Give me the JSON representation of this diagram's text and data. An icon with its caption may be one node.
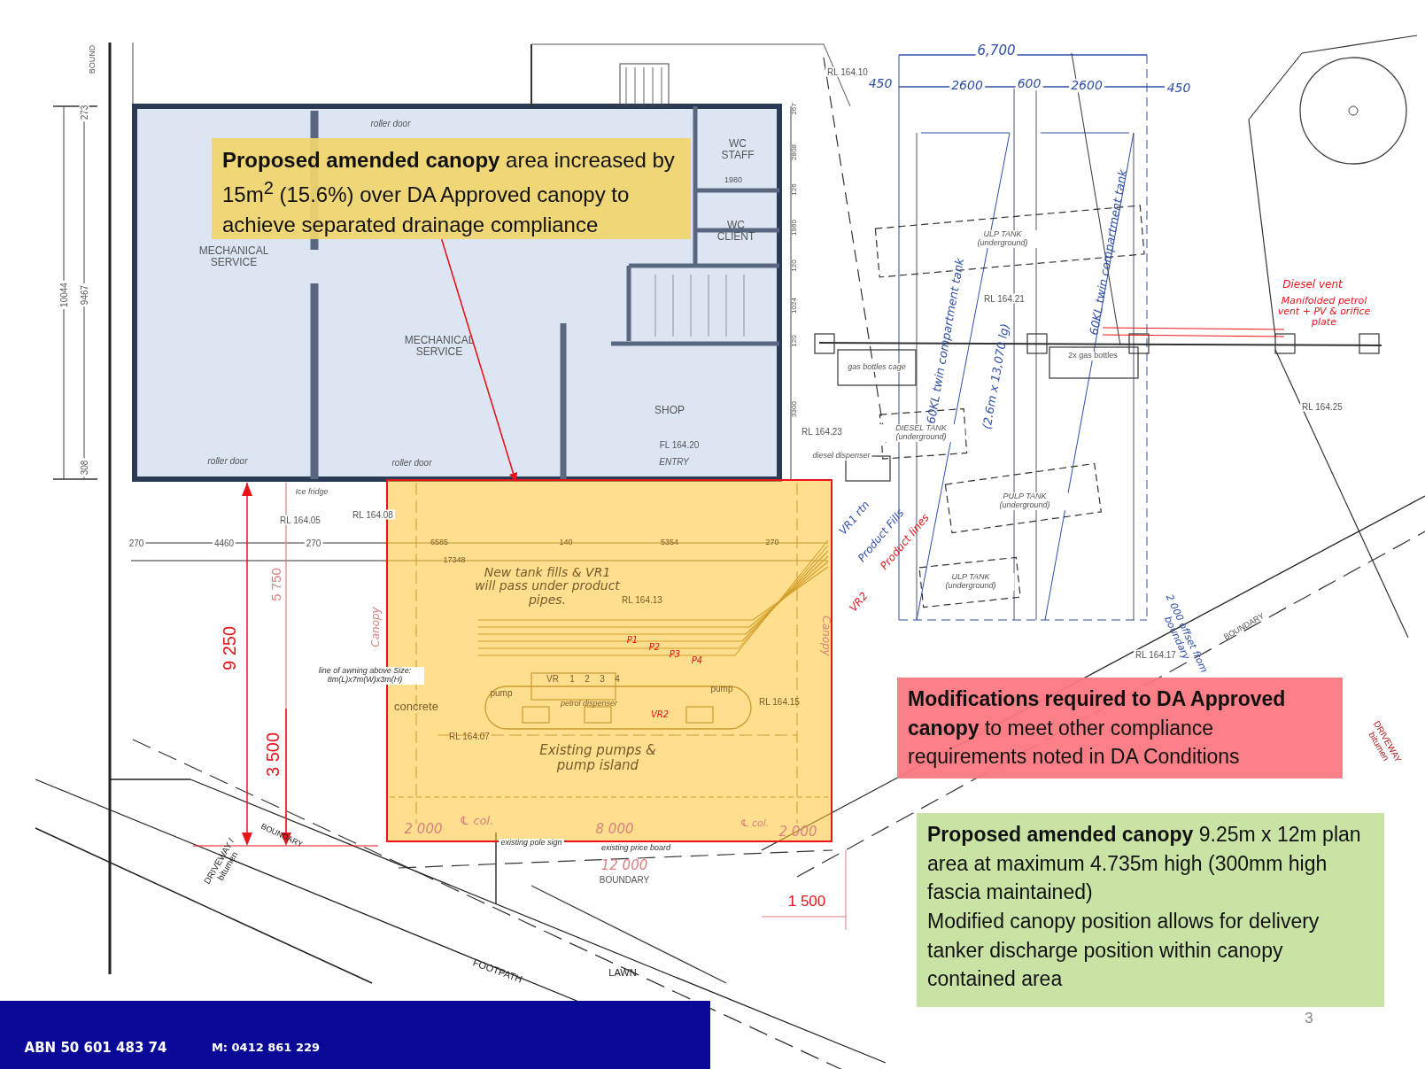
{
  "diagram": {
    "nodes": [
      {
        "text": [
          "**Proposed amended canopy** area increased by 15m$^{2}$ (15.6%) over DA Approved canopy to achieve separated drainage compliance"
        ]
      },
      {
        "text": [],
        "shape": "box"
      },
      {
        "text": [
          "**Modifications required to DA Approved canopy** to meet other compliance requirements noted in DA Conditions"
        ]
      },
      {
        "text": [
          "**Proposed amended canopy** 9.25m x 12m plan area at maximum 4.735m high (300mm high fascia maintained)",
          "Modified canopy position allows for delivery tanker discharge position within canopy contained area"
        ]
      }
    ],
    "edges": [
      {
        "from": 0,
        "to": 1,
        "arrow": "to",
        "color": "#e8141c"
      }
    ],
    "labels": [
      "BOUND",
      "273",
      "10044",
      "9467",
      "308",
      "roller door",
      "MECHANICAL SERVICE",
      "MECHANICAL SERVICE",
      "roller door",
      "roller door",
      "WC STAFF",
      "1980",
      "WC CLIENT",
      "SHOP",
      "FL 164.20",
      "ENTRY",
      "267",
      "2808",
      "126",
      "1960",
      "120",
      "1024",
      "120",
      "3300",
      "RL 164.10",
      "6,700",
      "450",
      "2600",
      "600",
      "2600",
      "450",
      "ULP TANK (underground)",
      "RL 164.21",
      "60KL twin compartment tank",
      "(2.6m x 13,070 lg)",
      "60KL twin compartment tank",
      "gas bottles cage",
      "2x gas bottles",
      "Diesel vent",
      "Manifolded petrol vent + PV & orifice plate",
      "RL 164.25",
      "RL 164.23",
      "DIESEL TANK (underground)",
      "diesel dispenser",
      "PULP TANK (underground)",
      "ULP TANK (underground)",
      "VR1 rtn",
      "Product Fills",
      "Product lines",
      "VR2",
      "2 000 offset from boundary",
      "BOUNDARY",
      "RL 164.17",
      "DRIVEWAY bitumen",
      "Ice fridge",
      "RL 164.05",
      "RL 164.08",
      "270",
      "4460",
      "270",
      "6585",
      "140",
      "5354",
      "270",
      "17348",
      "5 750",
      "9 250",
      "3 500",
      "Canopy",
      "line of awning above Size: 8m(L)x7m(W)x3m(H)",
      "concrete",
      "RL 164.07",
      "New tank fills & VR1 will pass under product pipes.",
      "RL 164.13",
      "VR",
      "1",
      "2",
      "3",
      "4",
      "P1",
      "P2",
      "P3",
      "P4",
      "pump",
      "pump",
      "petrol dispenser",
      "VR2",
      "RL 164.15",
      "Existing pumps & pump island",
      "Canopy",
      "2 000",
      "℄ col.",
      "8 000",
      "℄ col.",
      "2 000",
      "existing pole sign",
      "existing price board",
      "12 000",
      "BOUNDARY",
      "1 500",
      "BOUNDARY",
      "DRIVEWAY / bitumen",
      "FOOTPATH",
      "LAWN",
      "3",
      "ABN 50 601 483 74",
      "M: 0412 861 229"
    ]
  }
}
